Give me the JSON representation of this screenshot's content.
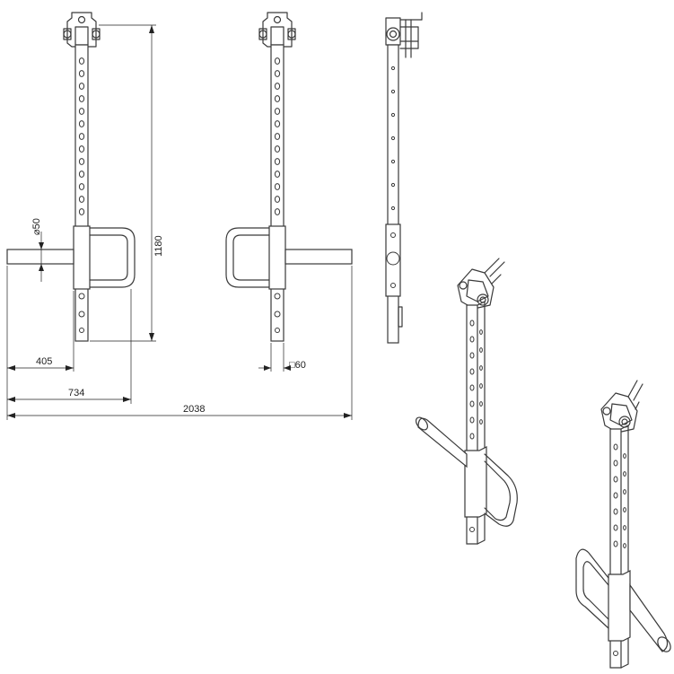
{
  "dimensions": {
    "height": "1180",
    "diameter": "⌀50",
    "offset_405": "405",
    "offset_734": "734",
    "total_width": "2038",
    "square_tube": "□60"
  },
  "views": [
    "front-view",
    "rear-view",
    "side-view",
    "isometric-view-1",
    "isometric-view-2"
  ]
}
